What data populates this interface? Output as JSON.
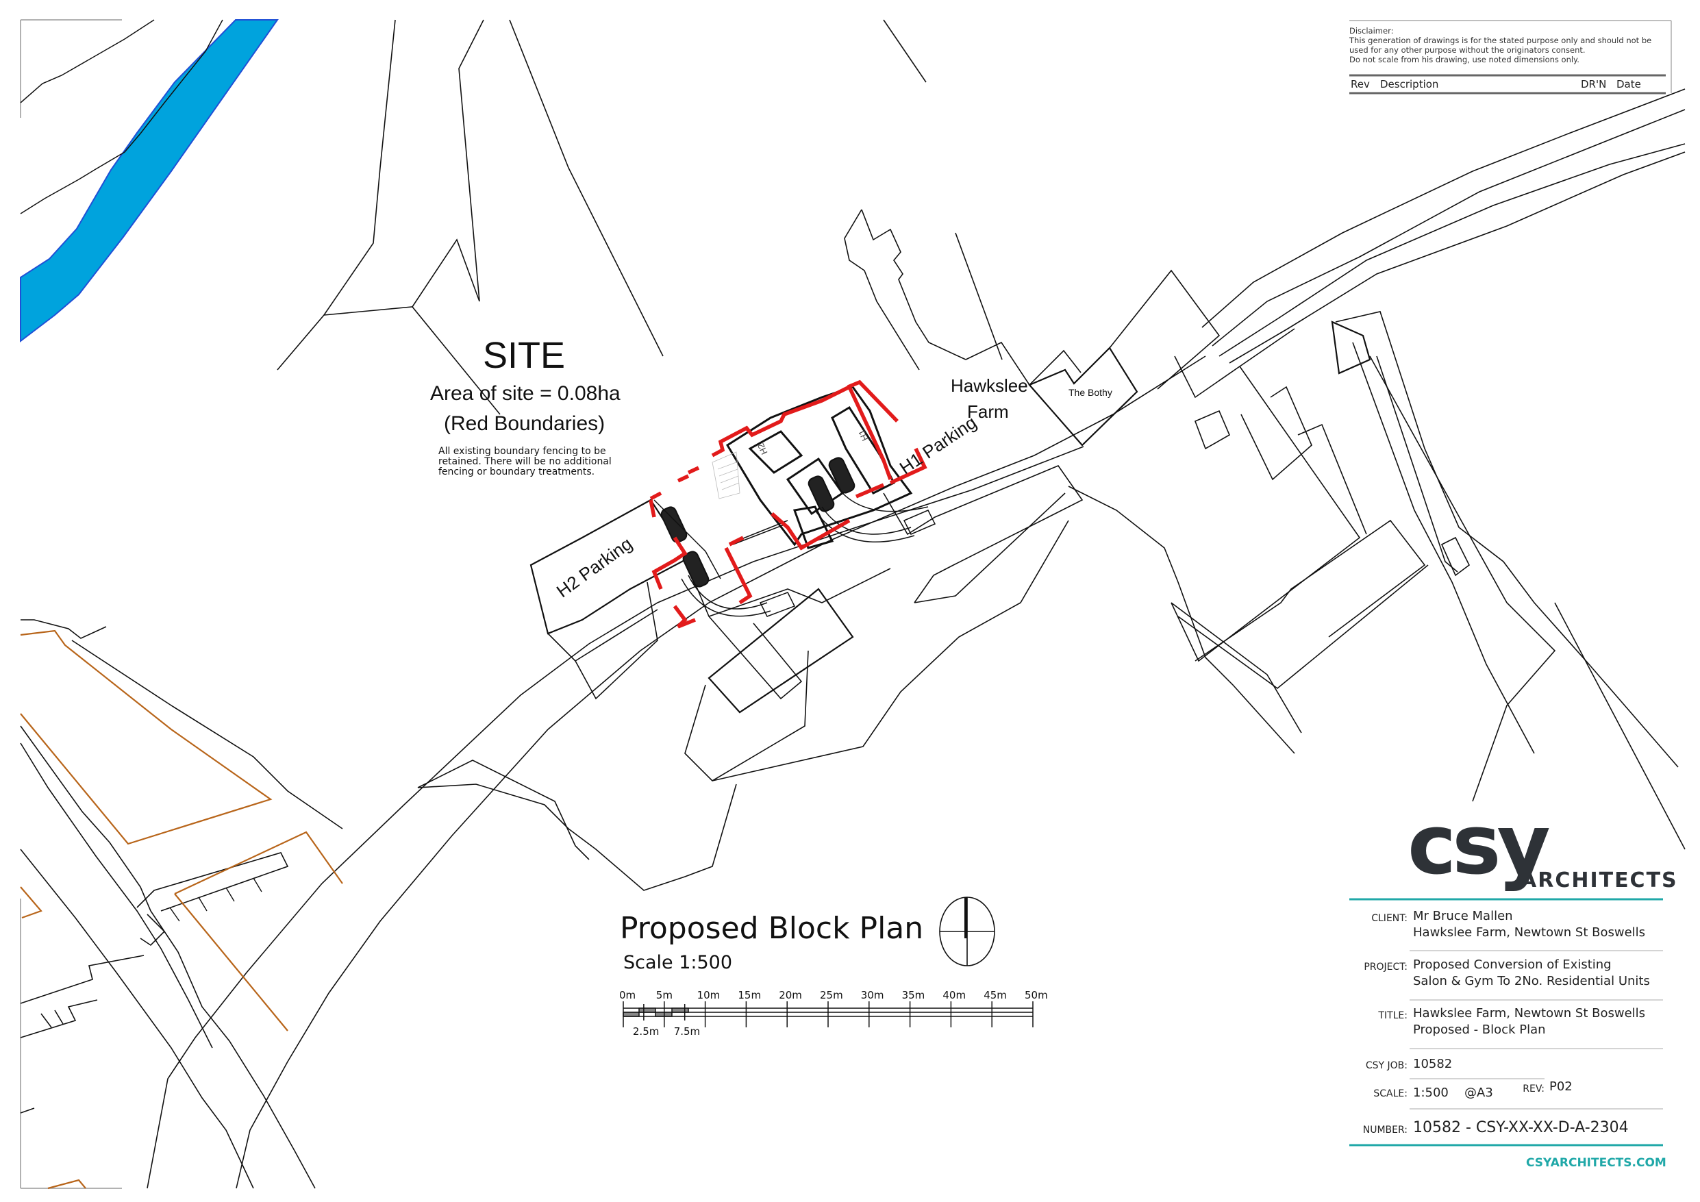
{
  "drawing": {
    "site_label": "SITE",
    "site_area": "Area of site = 0.08ha",
    "site_boundary_note": "(Red Boundaries)",
    "fencing_note": "All existing boundary fencing to be retained. There will be no additional fencing or boundary treatments.",
    "farm_label_line1": "Hawkslee",
    "farm_label_line2": "Farm",
    "bothy_label": "The Bothy",
    "h1_parking_label": "H1 Parking",
    "h2_parking_label": "H2 Parking",
    "unit_h1_label": "H1",
    "unit_h2_label": "H2",
    "colors": {
      "boundary_red": "#e21b1b",
      "river_blue": "#00a3dd",
      "river_edge": "#1f4fd6",
      "ownership_orange": "#b8651a",
      "line": "#111111",
      "brand_teal": "#20a8a8",
      "brand_dark": "#2e3237"
    }
  },
  "plan_title": {
    "title": "Proposed Block Plan",
    "scale": "Scale 1:500"
  },
  "scale_bar": {
    "major_labels": [
      "0m",
      "5m",
      "10m",
      "15m",
      "20m",
      "25m",
      "30m",
      "35m",
      "40m",
      "45m",
      "50m"
    ],
    "minor_labels": [
      "2.5m",
      "7.5m"
    ]
  },
  "north_arrow": {
    "icon": "north-arrow-icon"
  },
  "disclaimer": {
    "heading": "Disclaimer:",
    "lines": [
      "This generation of drawings is for the stated purpose only and should not be",
      "used for any other purpose without the originators consent.",
      "Do not scale from his drawing, use noted dimensions only."
    ]
  },
  "revision_table": {
    "headers": [
      "Rev",
      "Description",
      "DR'N",
      "Date"
    ]
  },
  "title_block": {
    "logo_main": "csy",
    "logo_sub": "ARCHITECTS",
    "client_label": "CLIENT:",
    "client_lines": [
      "Mr Bruce Mallen",
      "Hawkslee Farm, Newtown St Boswells"
    ],
    "project_label": "PROJECT:",
    "project_lines": [
      "Proposed Conversion of Existing",
      "Salon & Gym To 2No. Residential Units"
    ],
    "title_label": "TITLE:",
    "title_lines": [
      "Hawkslee Farm, Newtown St Boswells",
      "Proposed - Block Plan"
    ],
    "job_label": "CSY JOB:",
    "job_value": "10582",
    "scale_label": "SCALE:",
    "scale_value": "1:500",
    "paper_value": "@A3",
    "rev_label": "REV:",
    "rev_value": "P02",
    "number_label": "NUMBER:",
    "number_value": "10582 - CSY-XX-XX-D-A-2304",
    "website": "CSYARCHITECTS.COM"
  }
}
